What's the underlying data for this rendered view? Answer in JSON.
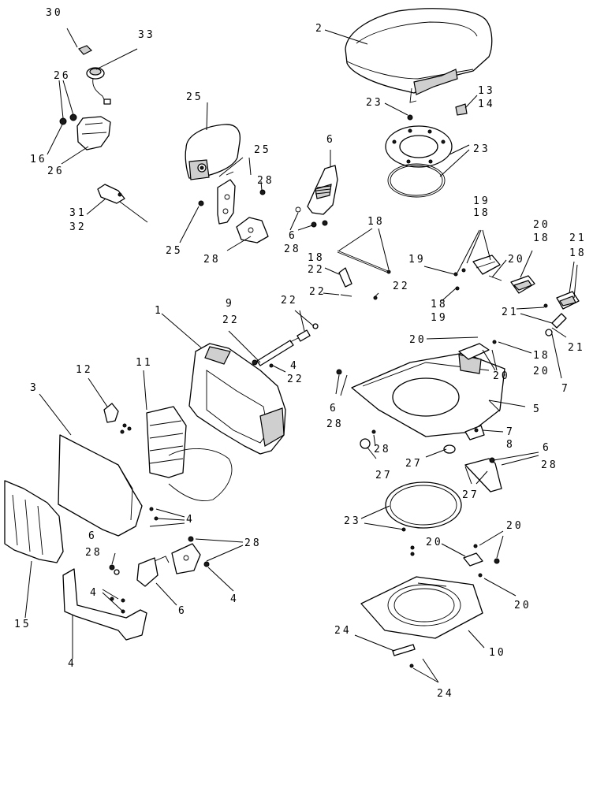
{
  "labels": [
    {
      "id": "l30",
      "text": "30"
    },
    {
      "id": "l33",
      "text": "33"
    },
    {
      "id": "l26a",
      "text": "26"
    },
    {
      "id": "l16",
      "text": "16"
    },
    {
      "id": "l26b",
      "text": "26"
    },
    {
      "id": "l31",
      "text": "31"
    },
    {
      "id": "l32",
      "text": "32"
    },
    {
      "id": "l25a",
      "text": "25"
    },
    {
      "id": "l25b",
      "text": "25"
    },
    {
      "id": "l25c",
      "text": "25"
    },
    {
      "id": "l28a",
      "text": "28"
    },
    {
      "id": "l28b",
      "text": "28"
    },
    {
      "id": "l6a",
      "text": "6"
    },
    {
      "id": "l6b",
      "text": "6"
    },
    {
      "id": "l28c",
      "text": "28"
    },
    {
      "id": "l2",
      "text": "2"
    },
    {
      "id": "l23a",
      "text": "23"
    },
    {
      "id": "l13",
      "text": "13"
    },
    {
      "id": "l14",
      "text": "14"
    },
    {
      "id": "l23b",
      "text": "23"
    },
    {
      "id": "l18a",
      "text": "18"
    },
    {
      "id": "l18b",
      "text": "18"
    },
    {
      "id": "l22a",
      "text": "22"
    },
    {
      "id": "l22b",
      "text": "22"
    },
    {
      "id": "l22c",
      "text": "22"
    },
    {
      "id": "l19a",
      "text": "19"
    },
    {
      "id": "l18c",
      "text": "18"
    },
    {
      "id": "l19b",
      "text": "19"
    },
    {
      "id": "l18d",
      "text": "18"
    },
    {
      "id": "l19c",
      "text": "19"
    },
    {
      "id": "l20a",
      "text": "20"
    },
    {
      "id": "l18e",
      "text": "18"
    },
    {
      "id": "l20b",
      "text": "20"
    },
    {
      "id": "l21a",
      "text": "21"
    },
    {
      "id": "l18f",
      "text": "18"
    },
    {
      "id": "l21b",
      "text": "21"
    },
    {
      "id": "l21c",
      "text": "21"
    },
    {
      "id": "l7a",
      "text": "7"
    },
    {
      "id": "l20c",
      "text": "20"
    },
    {
      "id": "l18g",
      "text": "18"
    },
    {
      "id": "l20d",
      "text": "20"
    },
    {
      "id": "l20e",
      "text": "20"
    },
    {
      "id": "l9",
      "text": "9"
    },
    {
      "id": "l22d",
      "text": "22"
    },
    {
      "id": "l22e",
      "text": "22"
    },
    {
      "id": "l4a",
      "text": "4"
    },
    {
      "id": "l22f",
      "text": "22"
    },
    {
      "id": "l1",
      "text": "1"
    },
    {
      "id": "l3",
      "text": "3"
    },
    {
      "id": "l12",
      "text": "12"
    },
    {
      "id": "l11",
      "text": "11"
    },
    {
      "id": "l6c",
      "text": "6"
    },
    {
      "id": "l28d",
      "text": "28"
    },
    {
      "id": "l5",
      "text": "5"
    },
    {
      "id": "l7b",
      "text": "7"
    },
    {
      "id": "l8",
      "text": "8"
    },
    {
      "id": "l28e",
      "text": "28"
    },
    {
      "id": "l27a",
      "text": "27"
    },
    {
      "id": "l27b",
      "text": "27"
    },
    {
      "id": "l6d",
      "text": "6"
    },
    {
      "id": "l28f",
      "text": "28"
    },
    {
      "id": "l27c",
      "text": "27"
    },
    {
      "id": "l23c",
      "text": "23"
    },
    {
      "id": "l4b",
      "text": "4"
    },
    {
      "id": "l28g",
      "text": "28"
    },
    {
      "id": "l6e",
      "text": "6"
    },
    {
      "id": "l28h",
      "text": "28"
    },
    {
      "id": "l4c",
      "text": "4"
    },
    {
      "id": "l6f",
      "text": "6"
    },
    {
      "id": "l15",
      "text": "15"
    },
    {
      "id": "l4d",
      "text": "4"
    },
    {
      "id": "l4e",
      "text": "4"
    },
    {
      "id": "l20f",
      "text": "20"
    },
    {
      "id": "l20g",
      "text": "20"
    },
    {
      "id": "l20h",
      "text": "20"
    },
    {
      "id": "l24a",
      "text": "24"
    },
    {
      "id": "l10",
      "text": "10"
    },
    {
      "id": "l24b",
      "text": "24"
    }
  ]
}
